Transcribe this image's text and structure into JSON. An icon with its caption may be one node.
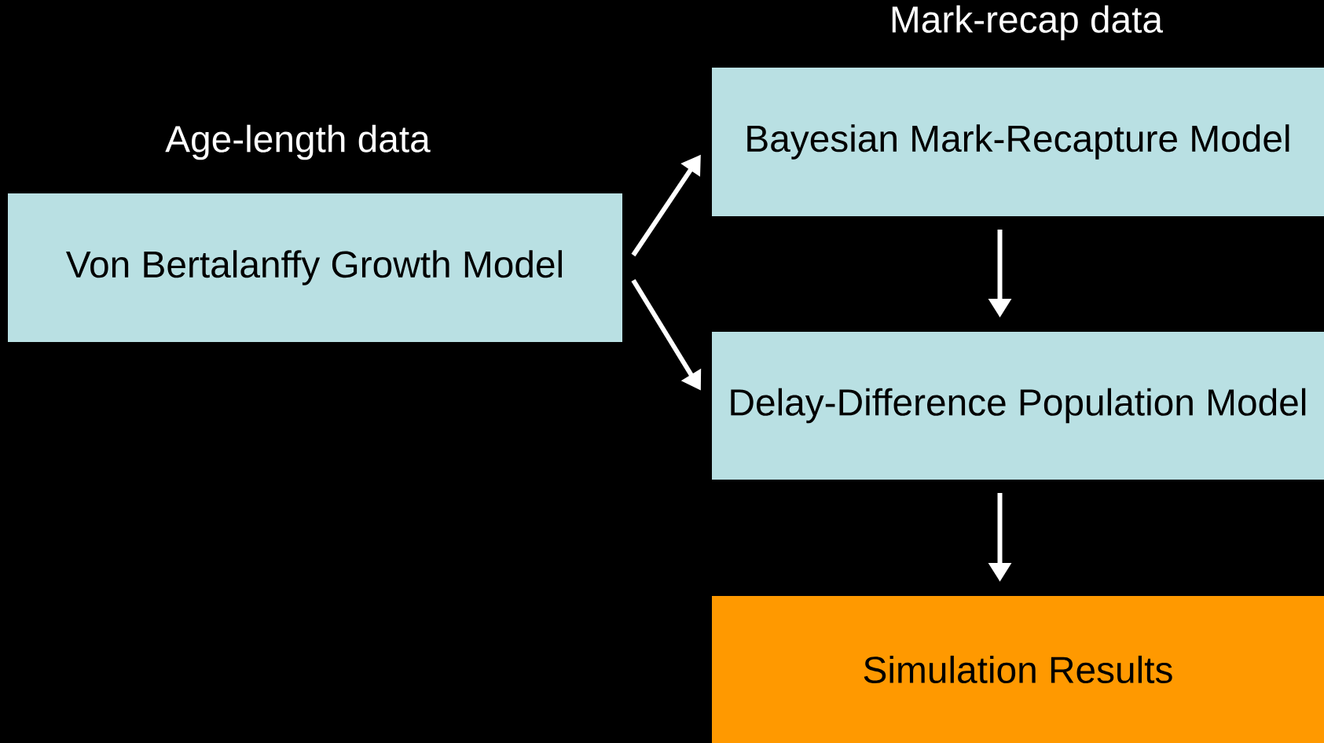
{
  "diagram": {
    "nodes": [
      {
        "text": [
          "Age-length data",
          "Von Bertalanffy Growth Model"
        ]
      },
      {
        "text": [
          "Mark-recap data",
          "Bayesian Mark-Recapture Model"
        ]
      },
      {
        "text": [
          "Delay-Difference Population Model"
        ]
      },
      {
        "text": [
          "Simulation Results"
        ]
      }
    ],
    "edges": [
      {
        "from": 0,
        "to": 1,
        "arrow": "to"
      },
      {
        "from": 0,
        "to": 2,
        "arrow": "to"
      },
      {
        "from": 1,
        "to": 2,
        "arrow": "to"
      },
      {
        "from": 2,
        "to": 3,
        "arrow": "to"
      }
    ]
  }
}
